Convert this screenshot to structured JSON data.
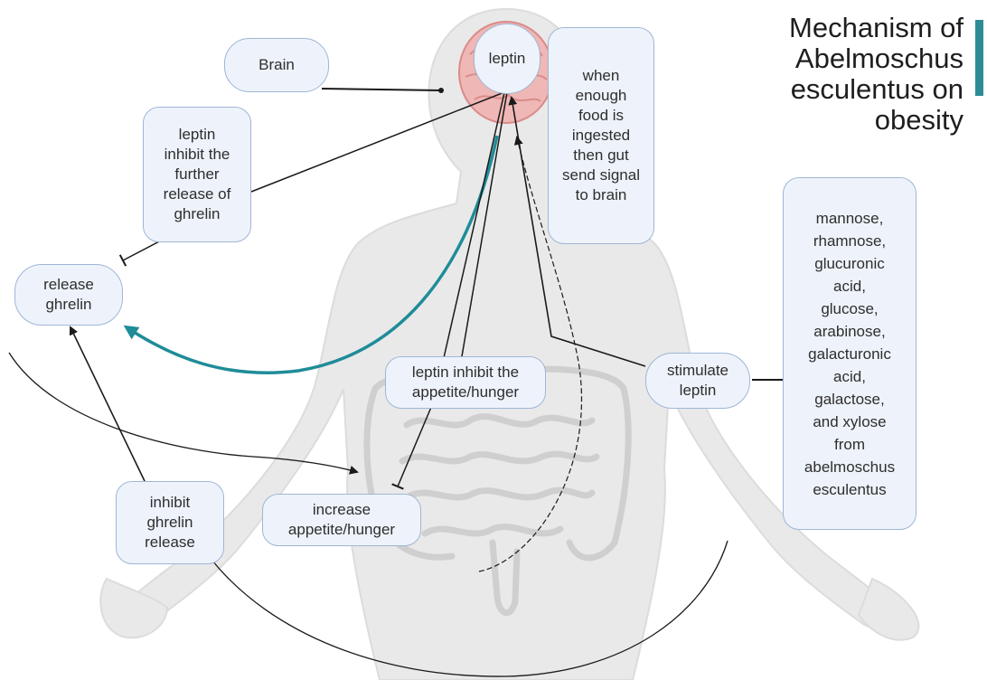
{
  "title": "Mechanism of\nAbelmoschus\nesculentus on\nobesity",
  "colors": {
    "box_fill": "#eef3fb",
    "box_border": "#9fb6d6",
    "arrow": "#1a1a1a",
    "teal_arrow": "#1f8c98",
    "body_silhouette": "#e8e8e8",
    "brain": "#e8a7a5"
  },
  "nodes": {
    "brain": "Brain",
    "leptin": "leptin",
    "gut_signal": "when\nenough\nfood is\ningested\nthen gut\nsend signal\nto brain",
    "leptin_inhibit_ghrelin": "leptin\ninhibit the\nfurther\nrelease of\nghrelin",
    "release_ghrelin": "release\nghrelin",
    "leptin_inhibit_appetite": "leptin inhibit the\nappetite/hunger",
    "stimulate_leptin": "stimulate\nleptin",
    "compounds": "mannose,\nrhamnose,\nglucuronic\nacid,\nglucose,\narabinose,\ngalacturonic\nacid,\ngalactose,\nand xylose\nfrom\nabelmoschus\nesculentus",
    "inhibit_ghrelin_release": "inhibit\nghrelin\nrelease",
    "increase_appetite": "increase\nappetite/hunger"
  }
}
